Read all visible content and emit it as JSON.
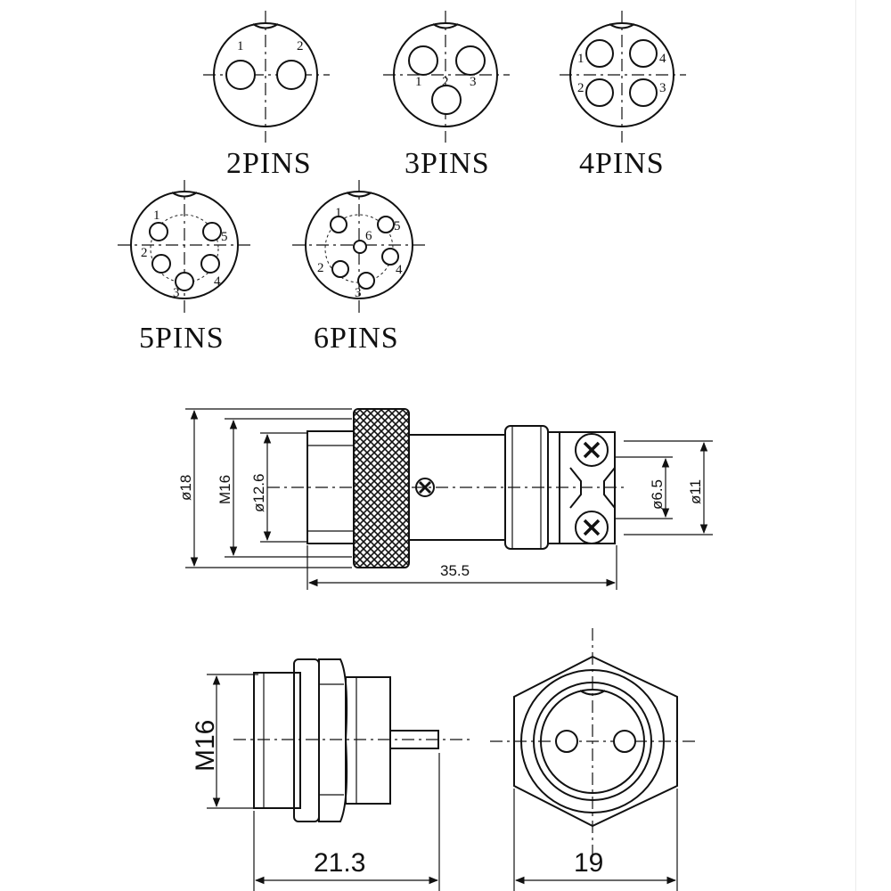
{
  "pin_views": {
    "two": {
      "label": "2PINS",
      "pins": [
        "1",
        "2"
      ]
    },
    "three": {
      "label": "3PINS",
      "pins": [
        "1",
        "2",
        "3"
      ]
    },
    "four": {
      "label": "4PINS",
      "pins": [
        "1",
        "2",
        "3",
        "4"
      ]
    },
    "five": {
      "label": "5PINS",
      "pins": [
        "1",
        "2",
        "3",
        "4",
        "5"
      ]
    },
    "six": {
      "label": "6PINS",
      "pins": [
        "1",
        "2",
        "3",
        "4",
        "5",
        "6"
      ]
    }
  },
  "side_view": {
    "outer_diameter": "ø18",
    "thread": "M16",
    "inner_diameter": "ø12.6",
    "cable_hole": "ø6.5",
    "clamp_diameter": "ø11",
    "length": "35.5"
  },
  "socket_view": {
    "thread": "M16",
    "length": "21.3",
    "hex_width": "19"
  }
}
